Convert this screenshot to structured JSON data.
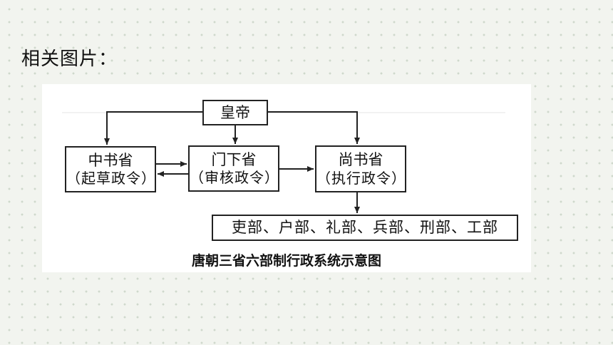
{
  "heading": "相关图片：",
  "diagram": {
    "emperor": "皇帝",
    "zhongshu": {
      "name": "中书省",
      "role": "（起草政令）"
    },
    "menxia": {
      "name": "门下省",
      "role": "（审核政令）"
    },
    "shangshu": {
      "name": "尚书省",
      "role": "（执行政令）"
    },
    "six_ministries": "吏部、户部、礼部、兵部、刑部、工部",
    "caption": "唐朝三省六部制行政系统示意图"
  }
}
